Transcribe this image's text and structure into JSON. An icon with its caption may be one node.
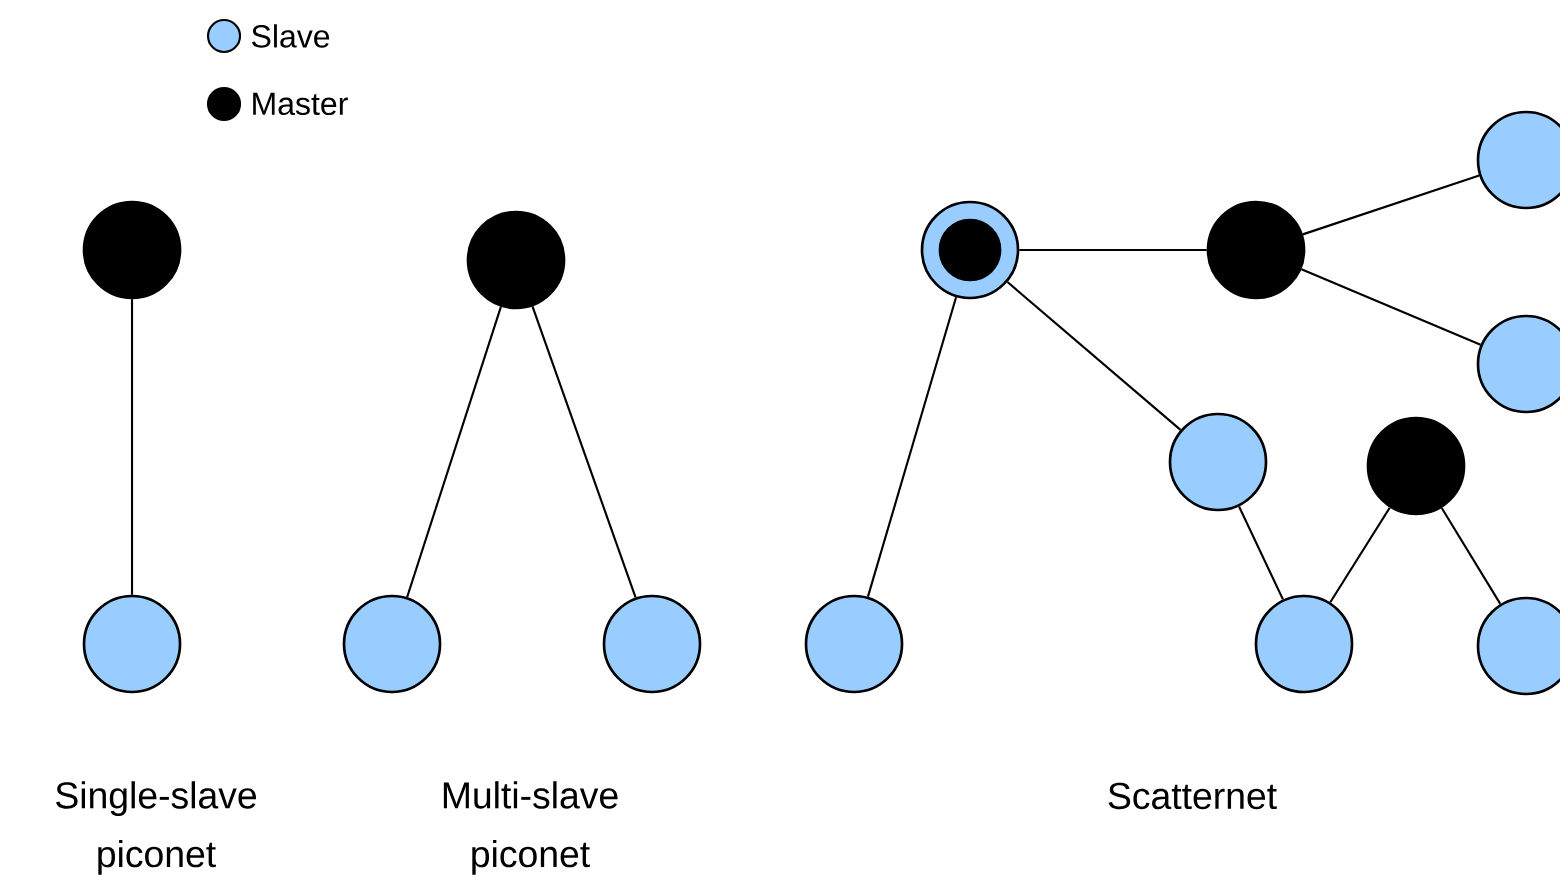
{
  "diagram": {
    "nodes": [
      {
        "text": [],
        "shape": "circle"
      },
      {
        "text": [],
        "shape": "circle"
      },
      {
        "text": [],
        "shape": "circle"
      },
      {
        "text": [],
        "shape": "circle"
      },
      {
        "text": [],
        "shape": "circle"
      },
      {
        "text": [],
        "shape": "circle"
      },
      {
        "text": [],
        "shape": "circle",
        "in": 5
      },
      {
        "text": [],
        "shape": "circle"
      },
      {
        "text": [],
        "shape": "circle"
      },
      {
        "text": [],
        "shape": "circle"
      },
      {
        "text": [],
        "shape": "circle"
      },
      {
        "text": [],
        "shape": "circle"
      },
      {
        "text": [],
        "shape": "circle"
      },
      {
        "text": [],
        "shape": "circle"
      },
      {
        "text": [],
        "shape": "circle"
      }
    ],
    "edges": [
      {
        "from": 0,
        "to": 1,
        "arrow": "none"
      },
      {
        "from": 2,
        "to": 3,
        "arrow": "none"
      },
      {
        "from": 2,
        "to": 4,
        "arrow": "none"
      },
      {
        "from": 5,
        "to": 7,
        "arrow": "none"
      },
      {
        "from": 5,
        "to": 12,
        "arrow": "none"
      },
      {
        "from": 5,
        "to": 10,
        "arrow": "none"
      },
      {
        "from": 7,
        "to": 8,
        "arrow": "none"
      },
      {
        "from": 7,
        "to": 9,
        "arrow": "none"
      },
      {
        "from": 10,
        "to": 13,
        "arrow": "none"
      },
      {
        "from": 11,
        "to": 13,
        "arrow": "none"
      },
      {
        "from": 11,
        "to": 14,
        "arrow": "none"
      }
    ],
    "labels": [
      "Single-slave piconet",
      "Multi-slave piconet",
      "Scatternet"
    ],
    "legend": [
      {
        "text": "Slave",
        "color": "#99ccff"
      },
      {
        "text": "Master",
        "color": "#000000"
      }
    ]
  }
}
